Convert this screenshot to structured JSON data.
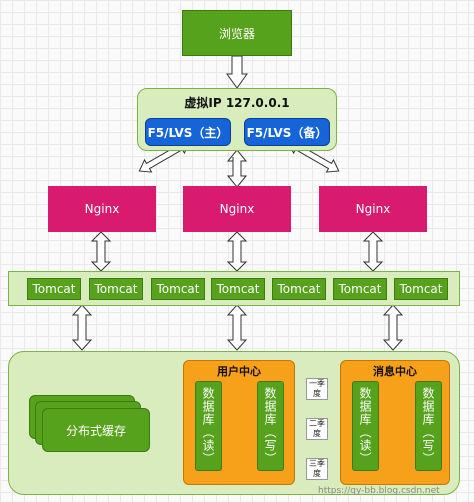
{
  "browser_label": "浏览器",
  "vip": {
    "title": "虚拟IP 127.0.0.1",
    "lb_primary": "F5/LVS（主）",
    "lb_backup": "F5/LVS（备）"
  },
  "nginx_labels": [
    "Nginx",
    "Nginx",
    "Nginx"
  ],
  "tomcat_labels": [
    "Tomcat",
    "Tomcat",
    "Tomcat",
    "Tomcat",
    "Tomcat",
    "Tomcat",
    "Tomcat"
  ],
  "cache_label": "分布式缓存",
  "user_center": {
    "title": "用户中心",
    "db_read": "数据库（读）",
    "db_write": "数据库（写）"
  },
  "message_center": {
    "title": "消息中心",
    "db_read": "数据库（读）",
    "db_write": "数据库（写）"
  },
  "quarter_labels": [
    "一季\n度",
    "二季\n度",
    "三季\n度"
  ],
  "watermark": "https://qy-bb.blog.csdn.net",
  "colors": {
    "green": "#57a21c",
    "light_green": "#d8ecbd",
    "blue": "#1565d8",
    "magenta": "#d81b6f",
    "orange": "#f7a11a"
  }
}
